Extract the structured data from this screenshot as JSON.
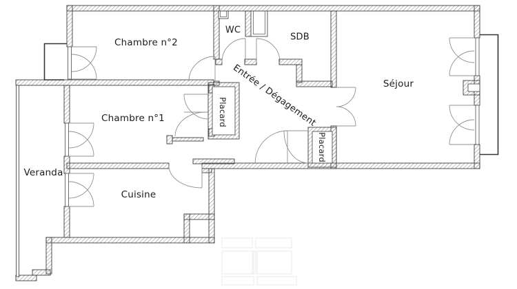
{
  "floor_plan": {
    "rooms": [
      {
        "id": "chambre2",
        "label": "Chambre n°2"
      },
      {
        "id": "wc",
        "label": "WC"
      },
      {
        "id": "sdb",
        "label": "SDB"
      },
      {
        "id": "sejour",
        "label": "Séjour"
      },
      {
        "id": "entree_degagement",
        "label": "Entrée / Dégagement"
      },
      {
        "id": "chambre1",
        "label": "Chambre n°1"
      },
      {
        "id": "placard_hall",
        "label": "Placard"
      },
      {
        "id": "placard_sejour",
        "label": "Placard"
      },
      {
        "id": "veranda",
        "label": "Veranda"
      },
      {
        "id": "cuisine",
        "label": "Cuisine"
      }
    ],
    "colors": {
      "background": "#ffffff",
      "wall_hatch": "#8a8a8a",
      "wall_edge": "#3d3d3d",
      "door_swing": "#909090",
      "label_text": "#1c1c1c"
    }
  }
}
